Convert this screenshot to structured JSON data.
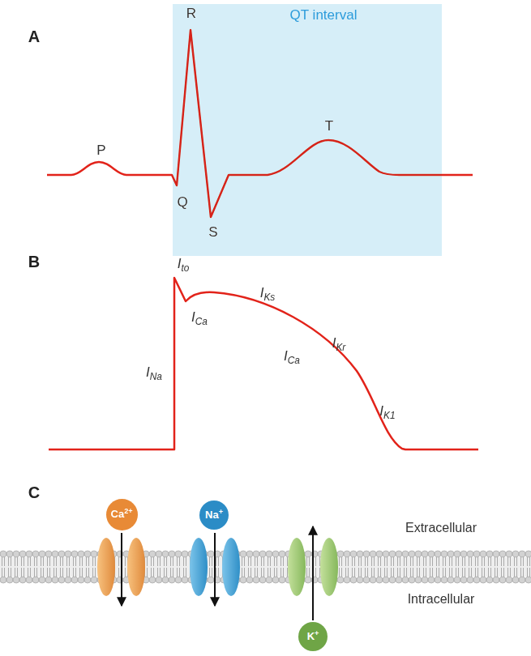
{
  "diagram": {
    "nodes": [
      {
        "text": [
          "QT interval"
        ]
      },
      {
        "text": [
          "Ca2+"
        ]
      },
      {
        "text": [
          "Na+"
        ]
      },
      {
        "text": [
          "K+"
        ]
      }
    ],
    "labels": [
      "A",
      "P",
      "R",
      "Q",
      "S",
      "T",
      "B",
      "Ito",
      "ICa",
      "INa",
      "IKs",
      "ICa",
      "IKr",
      "IK1",
      "C",
      "Extracellular",
      "Intracellular"
    ]
  }
}
